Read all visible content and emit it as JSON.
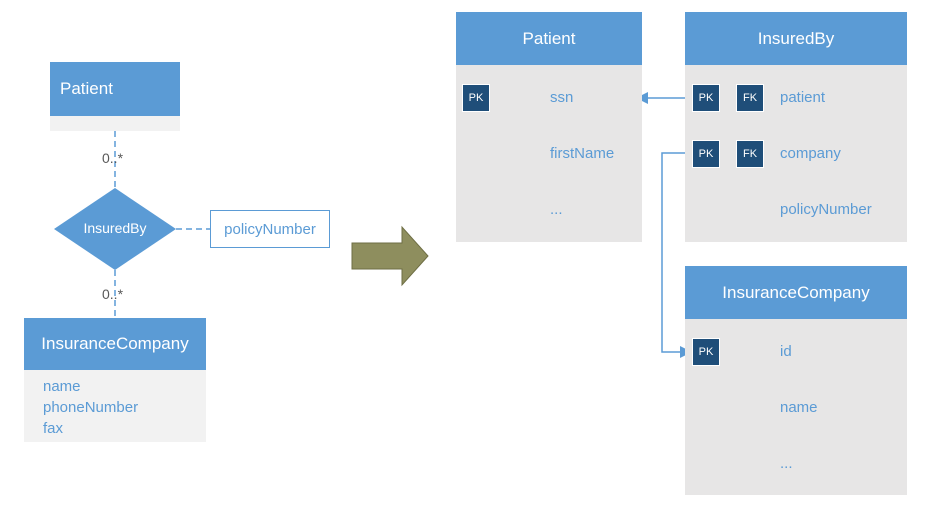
{
  "er": {
    "patient": {
      "title": "Patient"
    },
    "relationship": {
      "name": "InsuredBy",
      "attribute": "policyNumber",
      "mult_top": "0..*",
      "mult_bottom": "0..*"
    },
    "company": {
      "title": "InsuranceCompany",
      "attributes": [
        "name",
        "phoneNumber",
        "fax"
      ]
    }
  },
  "tables": {
    "patient": {
      "title": "Patient",
      "rows": [
        {
          "key": "PK",
          "col": "ssn"
        },
        {
          "col": "firstName"
        },
        {
          "col": "..."
        }
      ]
    },
    "insured": {
      "title": "InsuredBy",
      "rows": [
        {
          "pk": "PK",
          "fk": "FK",
          "col": "patient"
        },
        {
          "pk": "PK",
          "fk": "FK",
          "col": "company"
        },
        {
          "col": "policyNumber"
        }
      ]
    },
    "company": {
      "title": "InsuranceCompany",
      "rows": [
        {
          "key": "PK",
          "col": "id"
        },
        {
          "col": "name"
        },
        {
          "col": "..."
        }
      ]
    }
  },
  "colors": {
    "header": "#5b9bd5",
    "key_box": "#1f4e79",
    "arrow": "#8e8e5e"
  }
}
